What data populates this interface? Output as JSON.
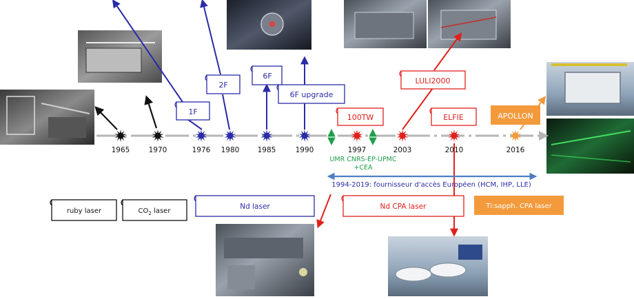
{
  "colors": {
    "black": "#111111",
    "blue": "#2b2ba8",
    "red": "#e0201c",
    "orange": "#f39a3c",
    "green": "#1f9e4b",
    "axis": "#b5b5b5",
    "range_arrow": "#4d7fc4"
  },
  "years": [
    {
      "label": "1965",
      "color": "black"
    },
    {
      "label": "1970",
      "color": "black"
    },
    {
      "label": "1976",
      "color": "blue"
    },
    {
      "label": "1980",
      "color": "blue"
    },
    {
      "label": "1985",
      "color": "blue"
    },
    {
      "label": "1990",
      "color": "blue"
    },
    {
      "label": "1997",
      "color": "red"
    },
    {
      "label": "2003",
      "color": "red"
    },
    {
      "label": "2010",
      "color": "red"
    },
    {
      "label": "2016",
      "color": "orange"
    }
  ],
  "milestones": [
    {
      "label": "1F",
      "color": "blue"
    },
    {
      "label": "2F",
      "color": "blue"
    },
    {
      "label": "6F",
      "color": "blue"
    },
    {
      "label": "6F upgrade",
      "color": "blue"
    },
    {
      "label": "100TW",
      "color": "red"
    },
    {
      "label": "LULI2000",
      "color": "red"
    },
    {
      "label": "ELFIE",
      "color": "red"
    },
    {
      "label": "APOLLON",
      "color": "orange"
    }
  ],
  "lab_note": {
    "line1": "UMR CNRS-EP-UPMC",
    "line2": "+CEA"
  },
  "access_range": {
    "text": "1994-2019: fournisseur d'accès Européen (HCM, IHP, LLE)"
  },
  "eras": [
    {
      "label": "ruby laser",
      "color": "black"
    },
    {
      "label_main": "CO",
      "label_sub": "2",
      "label_rest": " laser",
      "color": "black"
    },
    {
      "label": "Nd laser",
      "color": "blue"
    },
    {
      "label": "Nd CPA laser",
      "color": "red"
    },
    {
      "label": "Ti:sapph. CPA laser",
      "color": "orange"
    }
  ]
}
